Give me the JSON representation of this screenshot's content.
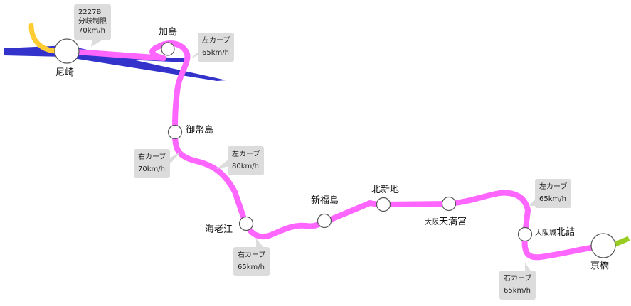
{
  "colors": {
    "route": "#ff66ff",
    "other_line": "#3333cc",
    "branch_left": "#ffcc33",
    "branch_right": "#99cc22",
    "callout_bg": "#dcdcdc"
  },
  "stations": {
    "amagasaki": "尼崎",
    "kashima": "加島",
    "mitejima": "御幣島",
    "ebie": "海老江",
    "shinfukushima": "新福島",
    "kitashinchi": "北新地",
    "osaka_tenmangu_prefix": "大阪",
    "osaka_tenmangu_main": "天満宮",
    "osakajo_kitazume_prefix": "大阪城",
    "osakajo_kitazume_main": "北詰",
    "kyobashi": "京橋"
  },
  "callouts": {
    "branch": {
      "line1": "2227B",
      "line2": "分岐制限",
      "line3": "70km/h"
    },
    "left_65_a": {
      "line1": "左カーブ",
      "line2": "65km/h"
    },
    "right_70": {
      "line1": "右カーブ",
      "line2": "70km/h"
    },
    "left_80": {
      "line1": "左カーブ",
      "line2": "80km/h"
    },
    "right_65_a": {
      "line1": "右カーブ",
      "line2": "65km/h"
    },
    "left_65_b": {
      "line1": "左カーブ",
      "line2": "65km/h"
    },
    "right_65_b": {
      "line1": "右カーブ",
      "line2": "65km/h"
    }
  }
}
